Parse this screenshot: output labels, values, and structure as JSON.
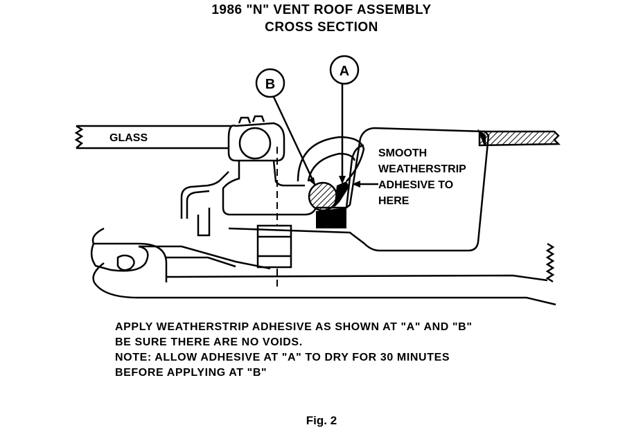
{
  "title": {
    "line1": "1986 \"N\" VENT ROOF ASSEMBLY",
    "line2": "CROSS SECTION"
  },
  "labels": {
    "glass": "GLASS",
    "smooth_note": [
      "SMOOTH",
      "WEATHERSTRIP",
      "ADHESIVE TO",
      "HERE"
    ],
    "callout_a": "A",
    "callout_b": "B"
  },
  "notes": [
    "APPLY WEATHERSTRIP ADHESIVE AS SHOWN AT \"A\" AND \"B\"",
    "BE SURE THERE ARE NO VOIDS.",
    "NOTE:  ALLOW ADHESIVE AT \"A\" TO DRY FOR 30 MINUTES",
    "BEFORE APPLYING AT \"B\""
  ],
  "figure_caption": "Fig. 2"
}
